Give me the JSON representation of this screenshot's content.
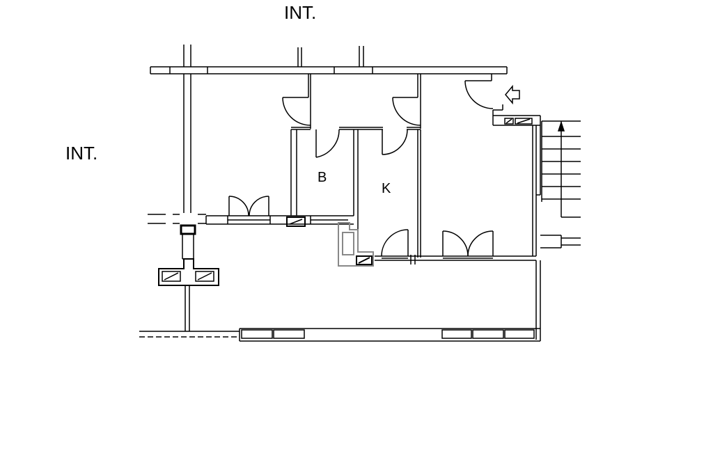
{
  "labels": {
    "top_zone": "INT.",
    "left_zone": "INT.",
    "room_b": "B",
    "room_k": "K"
  },
  "colors": {
    "line": "#000000",
    "fixture_gray": "#888888",
    "background": "#ffffff"
  },
  "symbols": {
    "entry_arrow": "arrow-left-icon",
    "stair_direction": "arrow-up-icon"
  }
}
